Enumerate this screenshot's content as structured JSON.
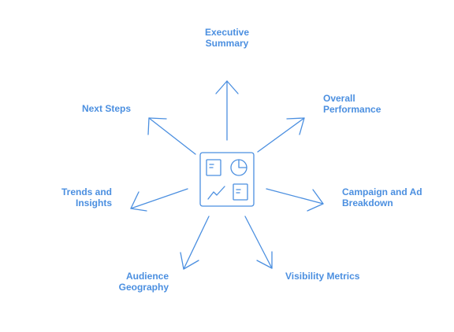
{
  "colors": {
    "accent": "#4b8fe0",
    "background": "#ffffff"
  },
  "center": {
    "icon": "report-dashboard-icon"
  },
  "labels": {
    "executive_summary": "Executive\nSummary",
    "overall_performance": "Overall\nPerformance",
    "campaign_breakdown": "Campaign and Ad\nBreakdown",
    "visibility_metrics": "Visibility Metrics",
    "audience_geography": "Audience\nGeography",
    "trends_insights": "Trends and\nInsights",
    "next_steps": "Next Steps"
  }
}
